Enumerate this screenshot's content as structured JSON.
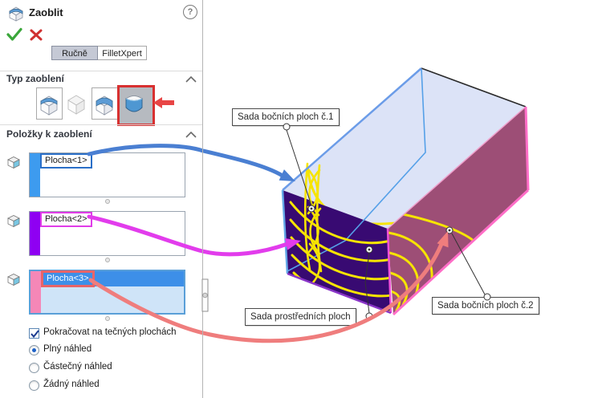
{
  "panel": {
    "title": "Zaoblit",
    "help_label": "?",
    "tabs": {
      "manual": "Ručně",
      "xpert": "FilletXpert"
    },
    "type_section": {
      "header": "Typ zaoblení",
      "selected_type": "full-round-fillet"
    },
    "items_section": {
      "header": "Položky k zaoblení"
    },
    "selection_boxes": [
      {
        "label": "Plocha<1>",
        "stripe_color": "#3d9bef",
        "label_border": "#2a6fc8",
        "selected": false
      },
      {
        "label": "Plocha<2>",
        "stripe_color": "#8f00f2",
        "label_border": "#e03ce8",
        "selected": false
      },
      {
        "label": "Plocha<3>",
        "stripe_color": "#f587b7",
        "label_border": "#e86468",
        "selected": true
      }
    ],
    "tangent_checkbox": {
      "label": "Pokračovat na tečných plochách",
      "checked": true
    },
    "preview_radios": [
      {
        "label": "Plný náhled",
        "selected": true
      },
      {
        "label": "Částečný náhled",
        "selected": false
      },
      {
        "label": "Žádný náhled",
        "selected": false
      }
    ]
  },
  "viewport": {
    "callouts": {
      "side1": "Sada bočních ploch č.1",
      "middle": "Sada prostředních ploch",
      "side2": "Sada bočních ploch č.2"
    },
    "colors": {
      "top_face": "#dce3f7",
      "right_face": "#9d4e76",
      "front_face": "#380a72",
      "preview_lines": "#f6e400",
      "edge_pink": "#ff6ec7",
      "edge_blue": "#6b9ce8",
      "arrow_blue": "#4a7fd2",
      "arrow_magenta": "#e23cec",
      "arrow_salmon": "#ef7d7d",
      "type_highlight_red": "#d83030"
    }
  }
}
